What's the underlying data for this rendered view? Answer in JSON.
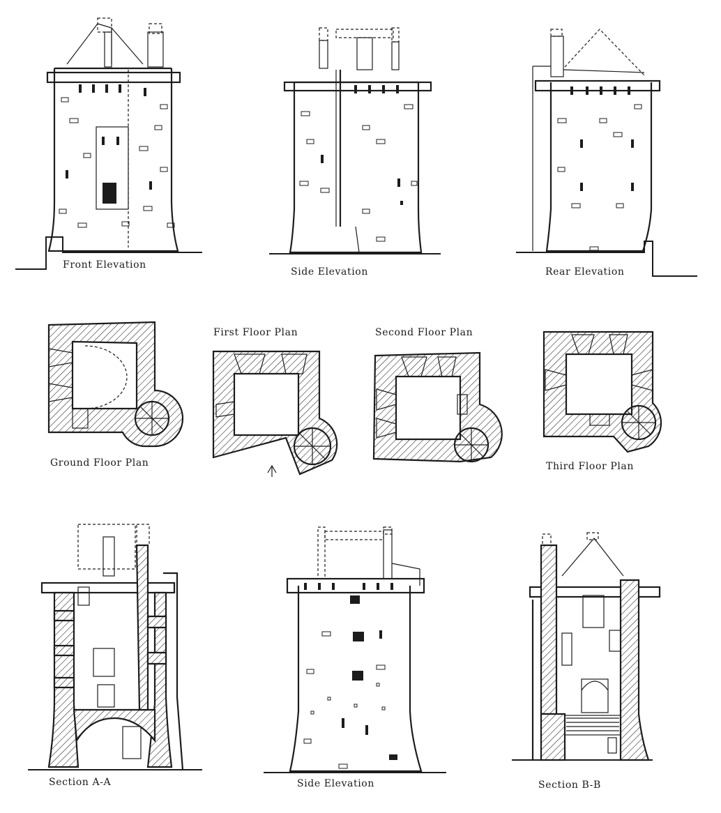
{
  "captions": {
    "front_elevation": "Front Elevation",
    "side_elevation_top": "Side Elevation",
    "rear_elevation": "Rear Elevation",
    "ground_floor_plan": "Ground Floor Plan",
    "first_floor_plan": "First Floor Plan",
    "second_floor_plan": "Second Floor Plan",
    "third_floor_plan": "Third Floor Plan",
    "section_a": "Section A-A",
    "side_elevation_bottom": "Side Elevation",
    "section_b": "Section B-B"
  },
  "colors": {
    "ink": "#1c1c1c",
    "paper": "#ffffff"
  }
}
